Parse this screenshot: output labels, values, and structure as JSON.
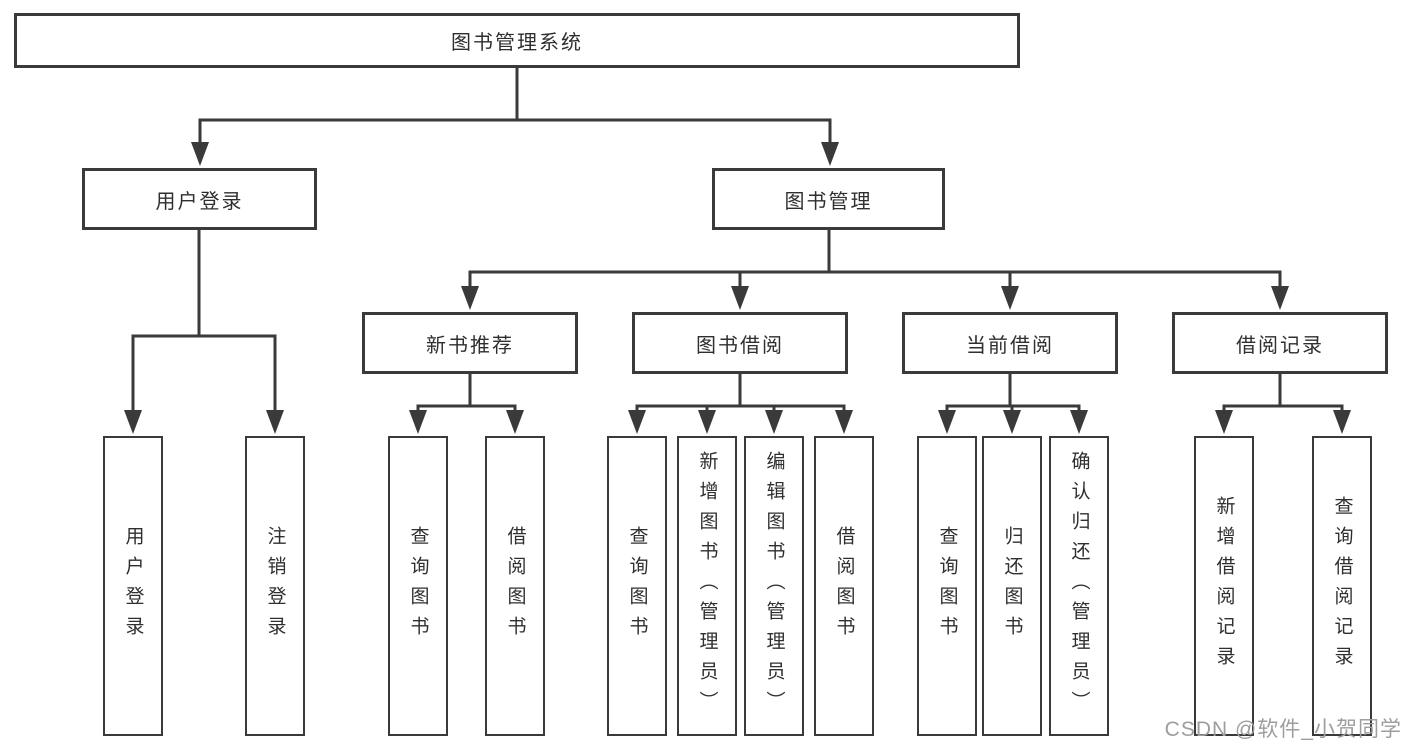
{
  "diagram": {
    "root": {
      "label": "图书管理系统"
    },
    "level2": [
      {
        "label": "用户登录"
      },
      {
        "label": "图书管理"
      }
    ],
    "level3": [
      {
        "label": "新书推荐"
      },
      {
        "label": "图书借阅"
      },
      {
        "label": "当前借阅"
      },
      {
        "label": "借阅记录"
      }
    ],
    "leaves": {
      "user_login": [
        "用户登录",
        "注销登录"
      ],
      "new_book_recommend": [
        "查询图书",
        "借阅图书"
      ],
      "book_borrow": [
        "查询图书",
        "新增图书（管理员）",
        "编辑图书（管理员）",
        "借阅图书"
      ],
      "current_borrow": [
        "查询图书",
        "归还图书",
        "确认归还（管理员）"
      ],
      "borrow_record": [
        "新增借阅记录",
        "查询借阅记录"
      ]
    },
    "watermark": "CSDN @软件_小贺同学",
    "colors": {
      "line": "#3a3a3a",
      "text": "#2f2f2f",
      "watermark": "#9e9e9e",
      "background": "#ffffff"
    }
  }
}
